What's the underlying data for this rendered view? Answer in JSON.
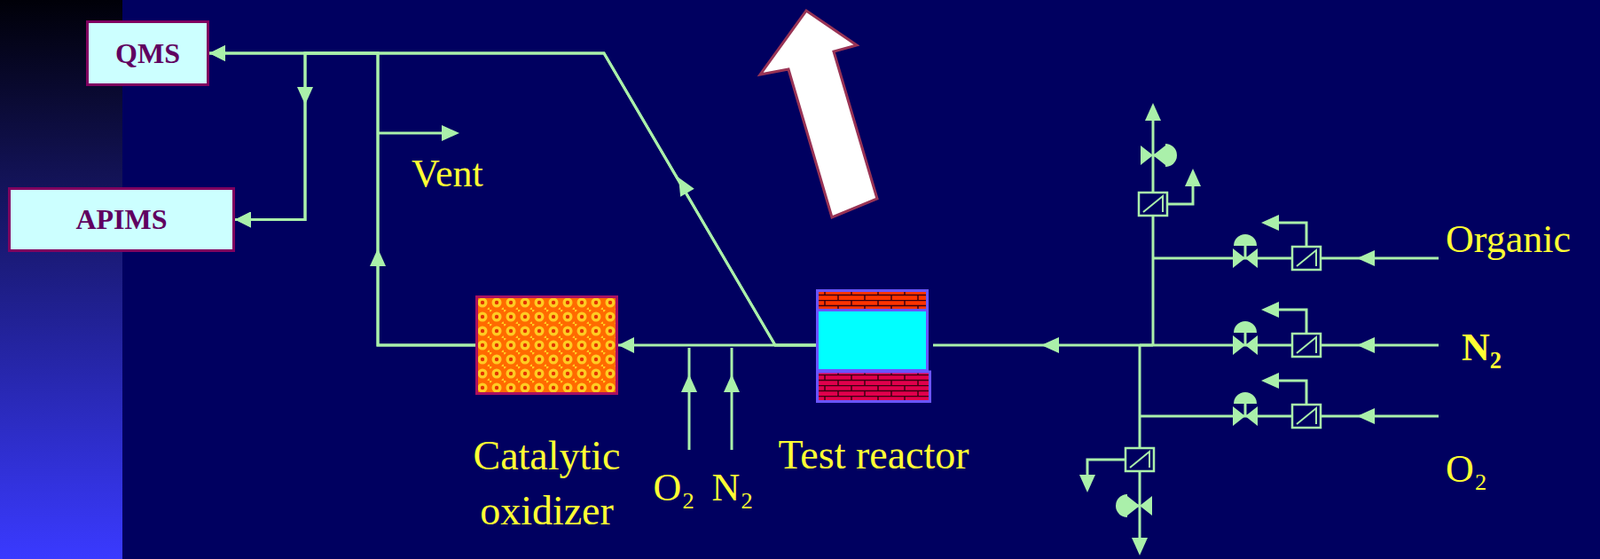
{
  "diagram": {
    "nodes": [
      {
        "text": [
          "QMS"
        ]
      },
      {
        "text": [
          "APIMS"
        ]
      },
      {
        "text": [
          "Catalytic oxidizer"
        ]
      },
      {
        "text": [
          "Test reactor"
        ]
      }
    ],
    "edges": [
      {
        "from": 3,
        "to": 2,
        "arrow": "to"
      },
      {
        "from": 2,
        "to": 0,
        "arrow": "to"
      },
      {
        "from": 2,
        "to": 1,
        "arrow": "to"
      },
      {
        "from": 3,
        "to": 0,
        "arrow": "to"
      },
      {
        "from": 3,
        "to": 1,
        "arrow": "to"
      }
    ],
    "labels": [
      "Vent",
      "O₂",
      "N₂",
      "Organic",
      "N₂",
      "O₂"
    ]
  }
}
